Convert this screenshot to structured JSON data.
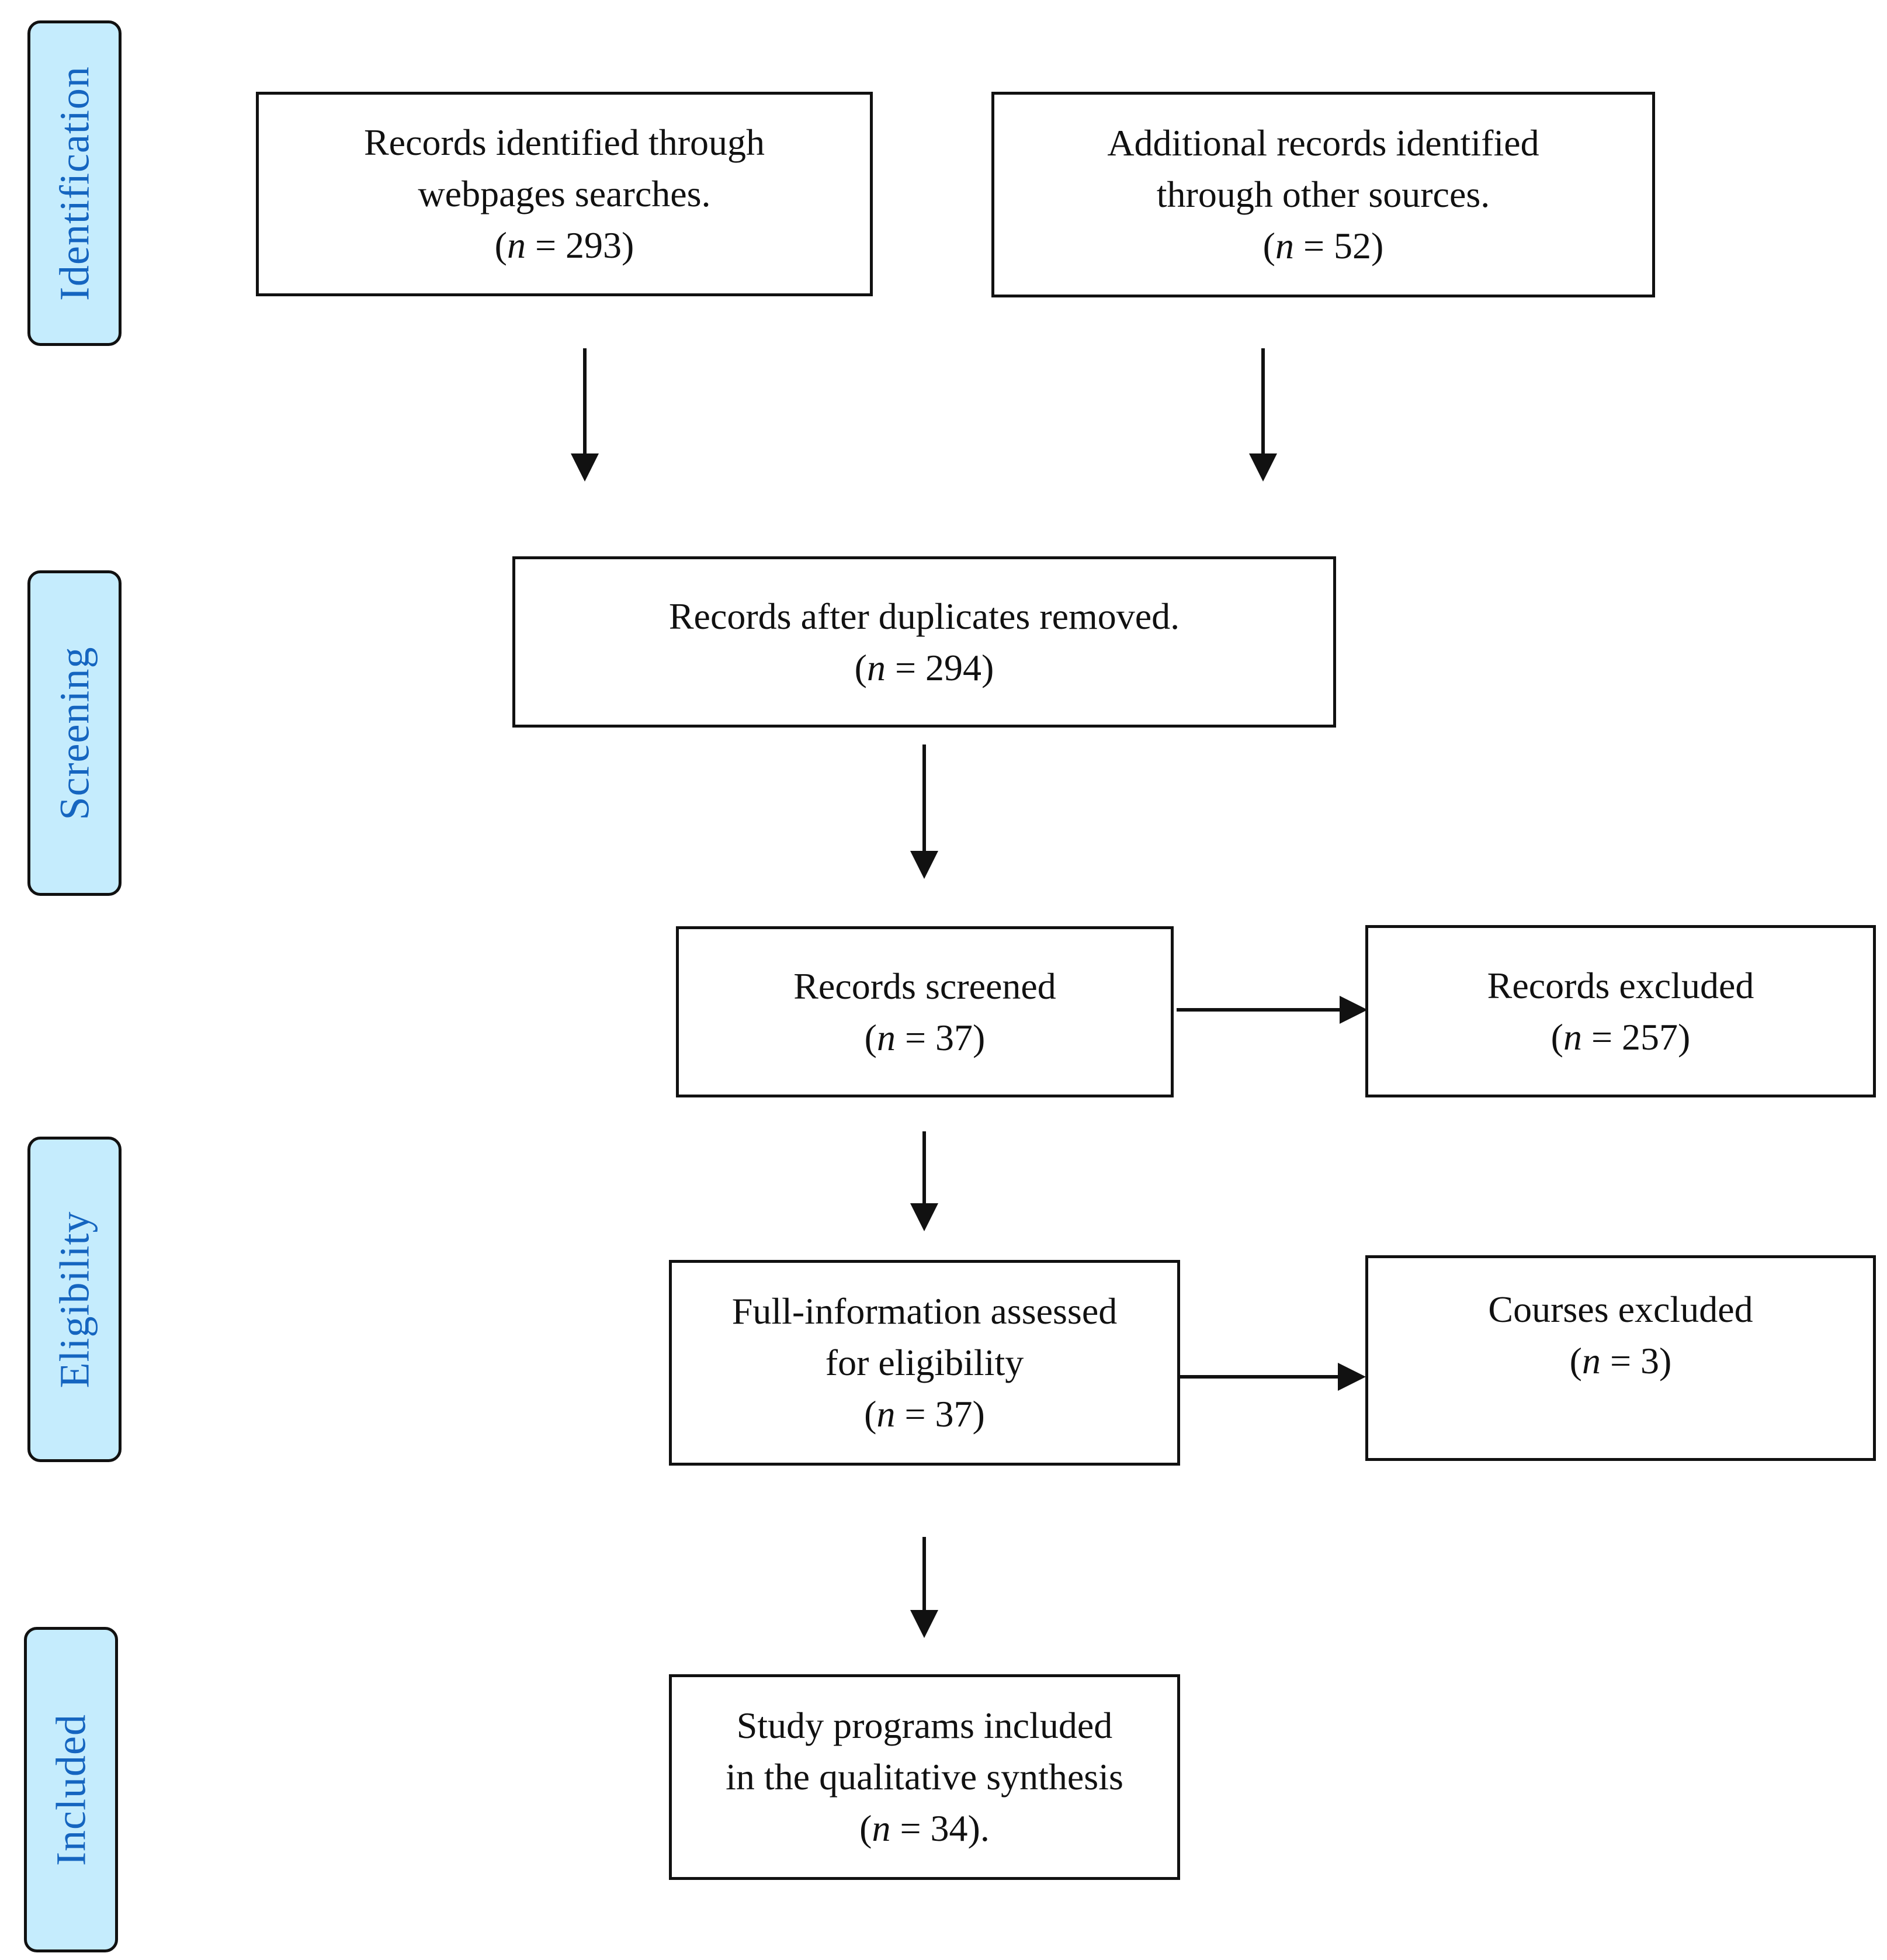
{
  "colors": {
    "stage_fill": "#c5ecfd",
    "stage_text": "#1565c0",
    "border": "#111111"
  },
  "stages": {
    "identification": "Identification",
    "screening": "Screening",
    "eligibility": "Eligibility",
    "included": "Included"
  },
  "boxes": {
    "webpages": {
      "lines": [
        "Records identified through",
        "webpages searches."
      ],
      "n_label": "n",
      "n_value": "= 293)"
    },
    "other_sources": {
      "lines": [
        "Additional records identified",
        "through other sources."
      ],
      "n_label": "n",
      "n_value": "= 52)"
    },
    "deduplicated": {
      "lines": [
        "Records after duplicates removed."
      ],
      "n_label": "n",
      "n_value": "= 294)"
    },
    "screened": {
      "lines": [
        "Records screened"
      ],
      "n_label": "n",
      "n_value": "= 37)"
    },
    "excluded": {
      "lines": [
        "Records excluded"
      ],
      "n_label": "n",
      "n_value": "= 257)"
    },
    "eligibility": {
      "lines": [
        "Full-information assessed",
        "for eligibility"
      ],
      "n_label": "n",
      "n_value": "= 37)"
    },
    "courses_excluded": {
      "lines": [
        "Courses excluded"
      ],
      "n_label": "n",
      "n_value": "= 3)"
    },
    "included": {
      "lines": [
        "Study programs included",
        "in the qualitative synthesis"
      ],
      "n_label": "n",
      "n_value": "= 34)."
    }
  },
  "open_paren": "("
}
